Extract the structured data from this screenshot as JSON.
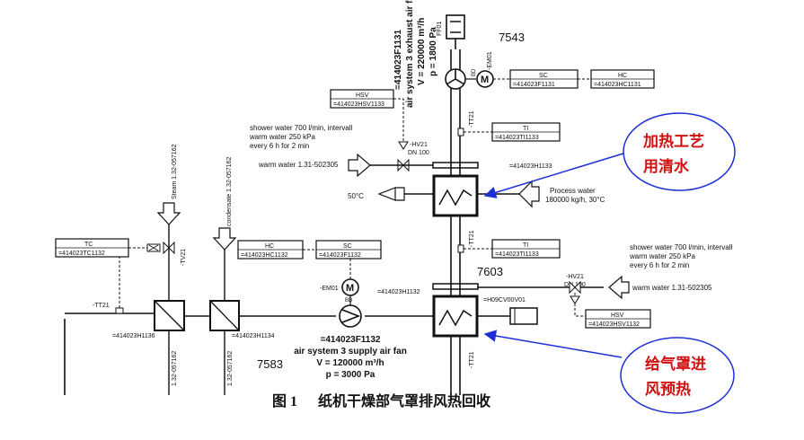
{
  "numbers": {
    "n7543": "7543",
    "n7603": "7603",
    "n7583": "7583"
  },
  "exhaust": {
    "tag": "=414023F1131",
    "line1": "air system 3 exhaust air fan",
    "flow": "V = 220000 m³/h",
    "pressure": "p = 1800 Pa",
    "motor_tag": "-EM01",
    "damper_tag": "FF01",
    "bd": "BD"
  },
  "supply": {
    "tag": "=414023F1132",
    "line1": "air system 3 supply air fan",
    "flow": "V = 120000 m³/h",
    "pressure": "p = 3000 Pa",
    "motor_tag": "-EM01",
    "bd": "BD"
  },
  "boxes": {
    "sc_top": {
      "head": "SC",
      "tag": "=414023F1131"
    },
    "hc_top": {
      "head": "HC",
      "tag": "=414023HC1131"
    },
    "hsv_top": {
      "head": "HSV",
      "tag": "=414023HSV1133"
    },
    "ti_top": {
      "head": "TI",
      "tag": "=414023TI1133"
    },
    "ti_mid": {
      "head": "TI",
      "tag": "=414023TI1133"
    },
    "tc_left": {
      "head": "TC",
      "tag": "=414023TC1132"
    },
    "hc_mid": {
      "head": "HC",
      "tag": "=414023HC1132"
    },
    "sc_mid": {
      "head": "SC",
      "tag": "=414023F1132"
    },
    "hsv_right": {
      "head": "HSV",
      "tag": "=414023HSV1132"
    }
  },
  "labels": {
    "tt21": "-TT21",
    "hv21": "-HV21",
    "dn100": "DN 100",
    "tv21": "-TV21",
    "hx_top_tag": "=414023H1133",
    "hx_mid_tag": "=414023H1132",
    "h09": "=H09CV00V01",
    "hx_left1": "=414023H1136",
    "hx_left2": "=414023H1134",
    "steam": "Steam 1.32-057162",
    "condensate": "condensate 1.32-057162",
    "vert_left1": "1.32-057162",
    "vert_left2": "1.32-057162",
    "temp50": "50°C",
    "process_water_1": "Process water",
    "process_water_2": "180000 kg/h, 30°C",
    "shower_left_1": "shower water 700 l/min, intervall",
    "shower_left_2": "warm water 250 kPa",
    "shower_left_3": "every 6 h for 2 min",
    "warm_left": "warm water 1.31-502305",
    "shower_right_1": "shower water 700 l/min, intervall",
    "shower_right_2": "warm water 250 kPa",
    "shower_right_3": "every 6 h for 2 min",
    "warm_right": "warm water 1.31-502305"
  },
  "annotations": {
    "top_line1": "加热工艺",
    "top_line2": "用清水",
    "bottom_line1": "给气罩进",
    "bottom_line2": "风预热"
  },
  "caption": {
    "label": "图 1",
    "text": "纸机干燥部气罩排风热回收"
  },
  "colors": {
    "line": "#111111",
    "callout_border": "#1d2fd6",
    "callout_text": "#d01010",
    "arrow": "#1d2fd6"
  }
}
